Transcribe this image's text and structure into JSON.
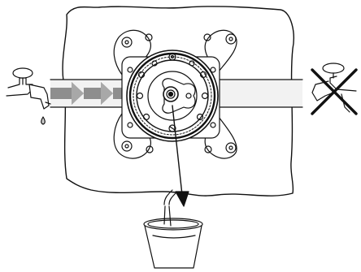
{
  "diagram": {
    "colors": {
      "stroke": "#111111",
      "paper": "#ffffff",
      "flow_band": "#f2f2f2",
      "arrow_fill": "#8e8e8e",
      "arrow_tip": "#a8a8a8"
    },
    "components": [
      {
        "id": "supply-tap",
        "icon": "faucet-icon",
        "state": "open"
      },
      {
        "id": "water-drip",
        "icon": "water-drop-icon"
      },
      {
        "id": "flow-arrows",
        "icon": "flow-arrow-icon",
        "count": 3
      },
      {
        "id": "valve-body",
        "icon": "valve-icon"
      },
      {
        "id": "drain-arrow",
        "icon": "arrow-down-icon"
      },
      {
        "id": "collection-cup",
        "icon": "cup-icon"
      },
      {
        "id": "outlet-tap",
        "icon": "faucet-icon",
        "state": "closed"
      },
      {
        "id": "closed-mark",
        "icon": "cross-icon"
      }
    ]
  }
}
